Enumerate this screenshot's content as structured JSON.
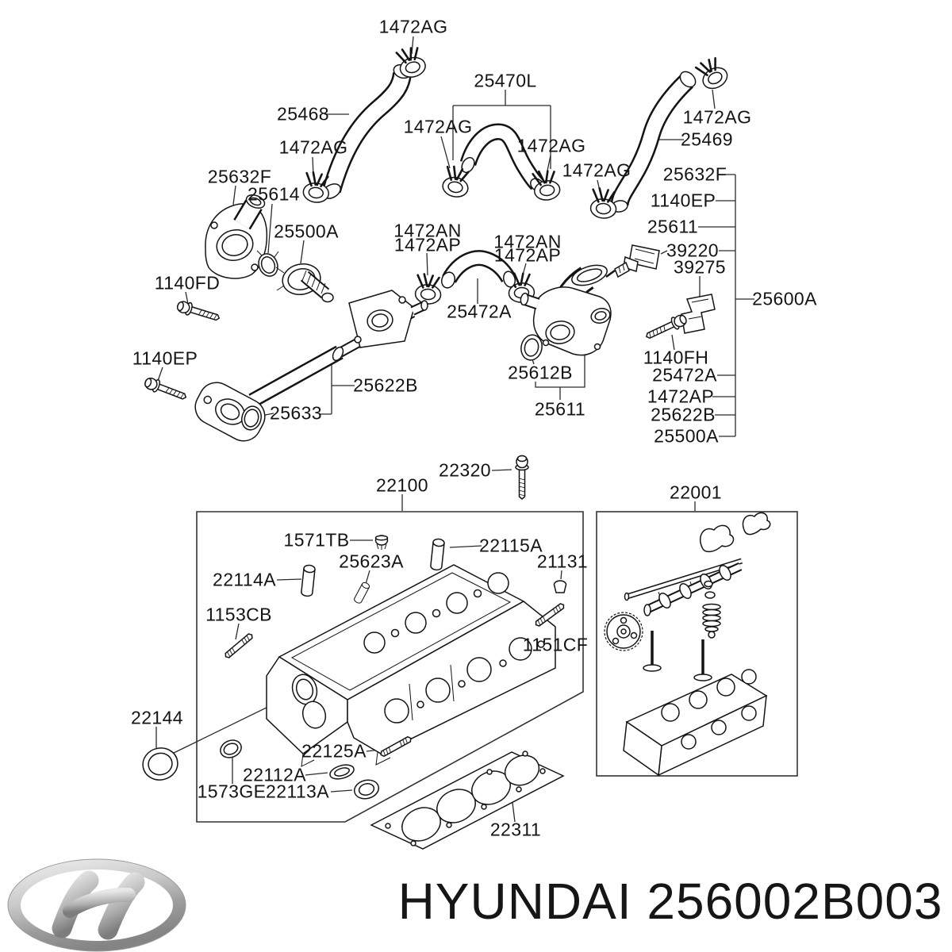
{
  "diagram": {
    "footer": {
      "text": "HYUNDAI 256002B003",
      "brand": "HYUNDAI",
      "part_number": "256002B003"
    },
    "logo_icon": "hyundai-logo",
    "labels": [
      {
        "text": "1472AG"
      },
      {
        "text": "25468"
      },
      {
        "text": "1472AG"
      },
      {
        "text": "25470L"
      },
      {
        "text": "1472AG"
      },
      {
        "text": "1472AG"
      },
      {
        "text": "1472AG"
      },
      {
        "text": "1472AG"
      },
      {
        "text": "25469"
      },
      {
        "text": "25632F"
      },
      {
        "text": "25614"
      },
      {
        "text": "25500A"
      },
      {
        "text": "1140FD"
      },
      {
        "text": "1472AN"
      },
      {
        "text": "1472AP"
      },
      {
        "text": "1472AN"
      },
      {
        "text": "1472AP"
      },
      {
        "text": "25472A"
      },
      {
        "text": "1140EP"
      },
      {
        "text": "25622B"
      },
      {
        "text": "25633"
      },
      {
        "text": "25612B"
      },
      {
        "text": "25611"
      },
      {
        "text": "25632F"
      },
      {
        "text": "1140EP"
      },
      {
        "text": "25611"
      },
      {
        "text": "39220"
      },
      {
        "text": "39275"
      },
      {
        "text": "25600A"
      },
      {
        "text": "1140FH"
      },
      {
        "text": "25472A"
      },
      {
        "text": "1472AP"
      },
      {
        "text": "25622B"
      },
      {
        "text": "25500A"
      },
      {
        "text": "22320"
      },
      {
        "text": "22100"
      },
      {
        "text": "22001"
      },
      {
        "text": "1571TB"
      },
      {
        "text": "25623A"
      },
      {
        "text": "22114A"
      },
      {
        "text": "22115A"
      },
      {
        "text": "21131"
      },
      {
        "text": "1153CB"
      },
      {
        "text": "1151CF"
      },
      {
        "text": "22144"
      },
      {
        "text": "22125A"
      },
      {
        "text": "22112A"
      },
      {
        "text": "1573GE"
      },
      {
        "text": "22113A"
      },
      {
        "text": "22311"
      }
    ]
  }
}
